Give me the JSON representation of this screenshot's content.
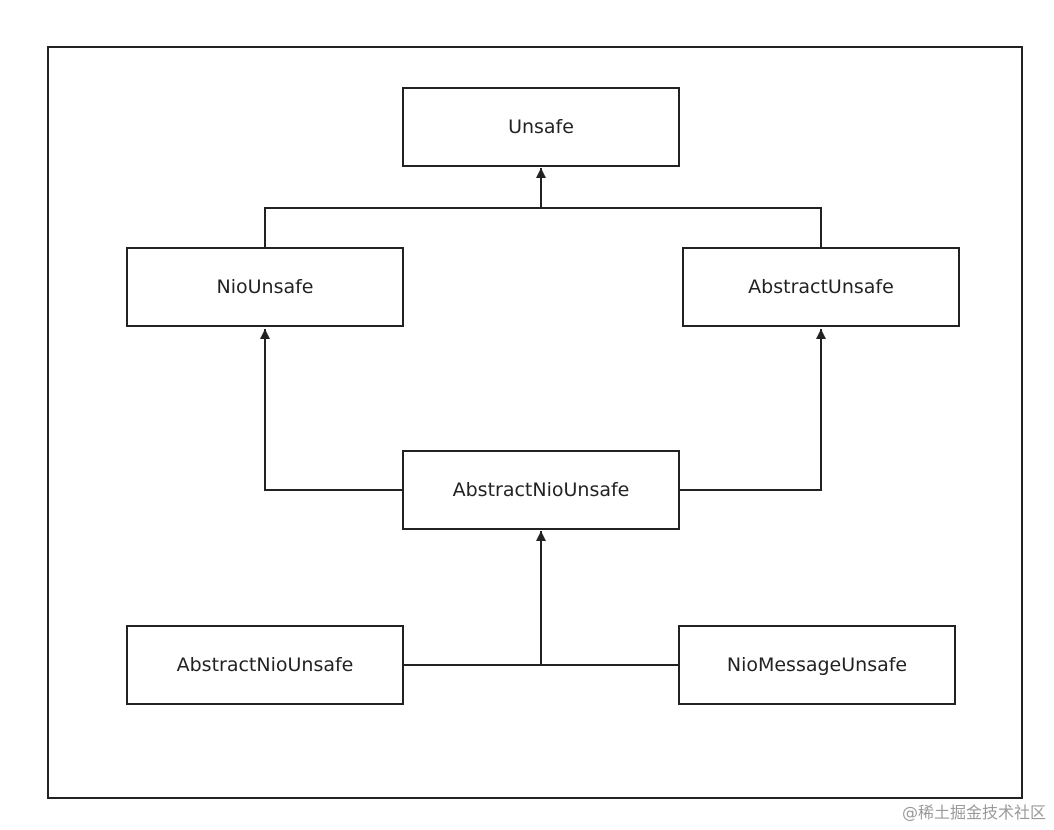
{
  "diagram": {
    "nodes": {
      "unsafe": "Unsafe",
      "nio_unsafe": "NioUnsafe",
      "abstract_unsafe": "AbstractUnsafe",
      "abstract_nio_unsafe": "AbstractNioUnsafe",
      "abstract_nio_unsafe_child": "AbstractNioUnsafe",
      "nio_message_unsafe": "NioMessageUnsafe"
    },
    "edges": [
      {
        "from": "NioUnsafe",
        "to": "Unsafe"
      },
      {
        "from": "AbstractUnsafe",
        "to": "Unsafe"
      },
      {
        "from": "AbstractNioUnsafe",
        "to": "NioUnsafe"
      },
      {
        "from": "AbstractNioUnsafe",
        "to": "AbstractUnsafe"
      },
      {
        "from": "AbstractNioUnsafe",
        "to": "AbstractNioUnsafe"
      },
      {
        "from": "NioMessageUnsafe",
        "to": "AbstractNioUnsafe"
      }
    ]
  },
  "watermark": "@稀土掘金技术社区",
  "colors": {
    "line": "#222222",
    "box_fill": "#ffffff"
  }
}
